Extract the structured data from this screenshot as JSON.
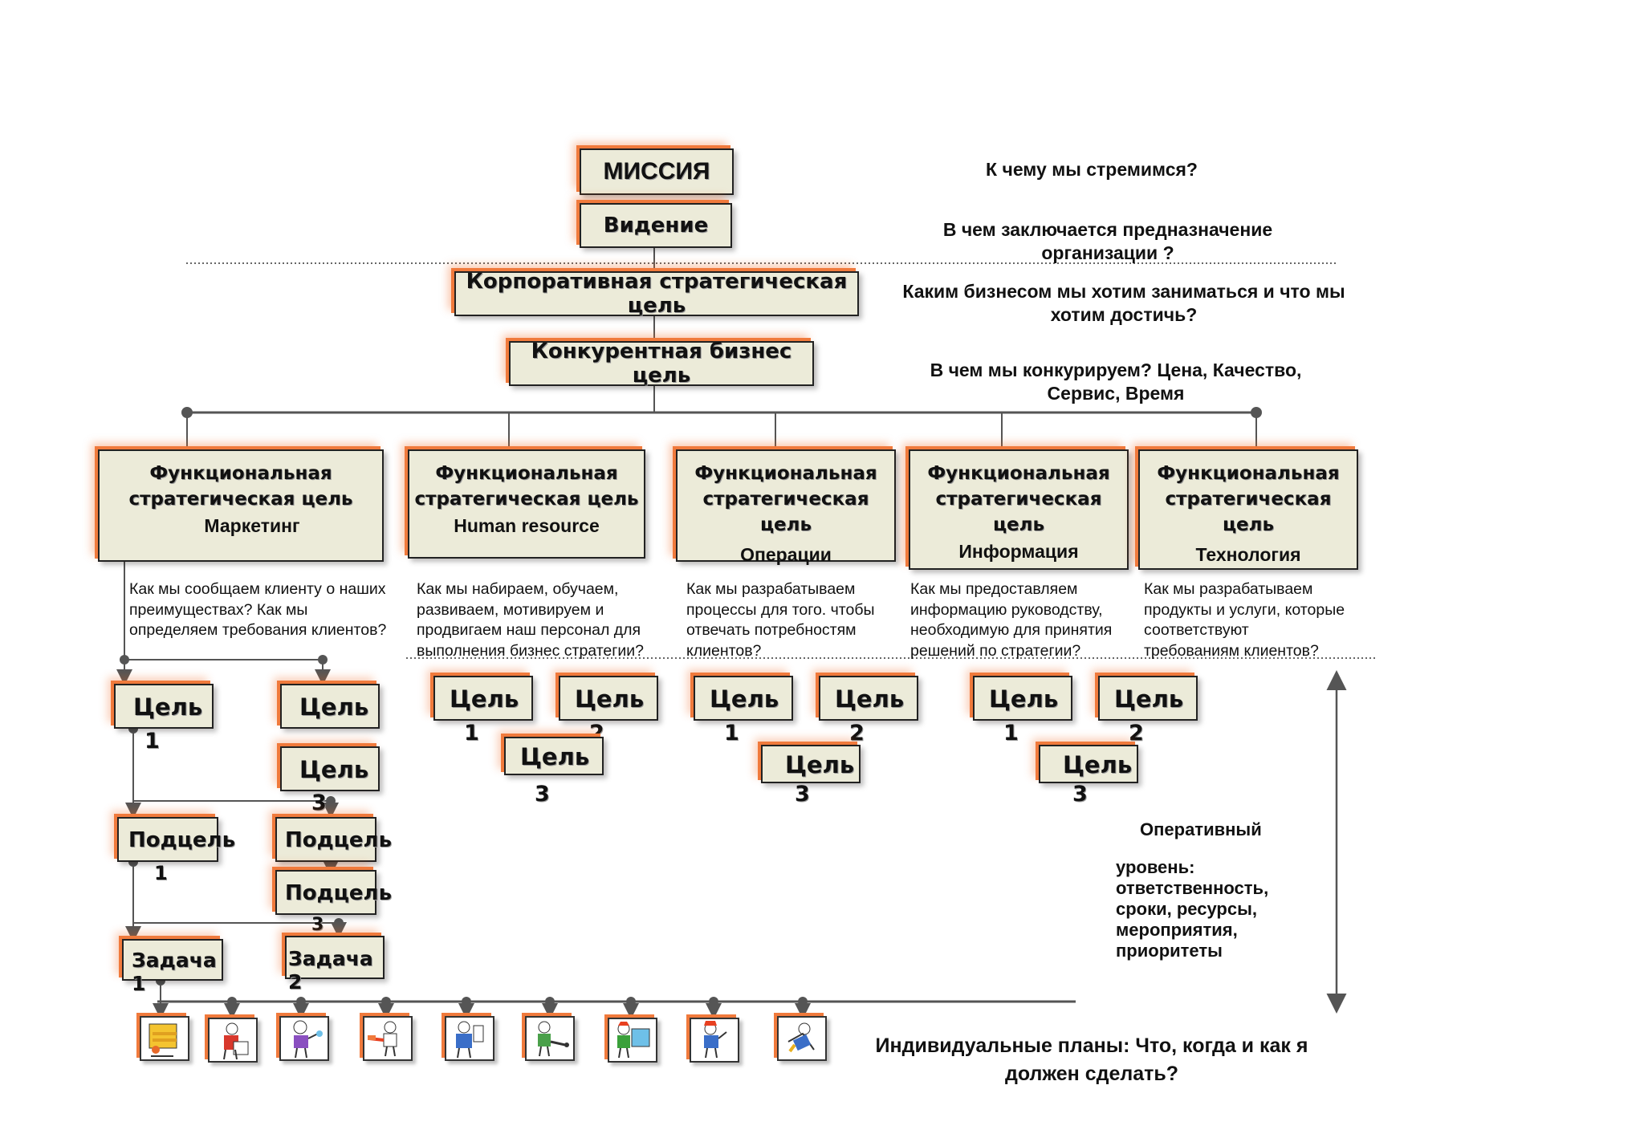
{
  "mission": "МИССИЯ",
  "vision": "Видение",
  "corporate_goal": "Корпоративная стратегическая цель",
  "competitive_goal": "Конкурентная бизнес цель",
  "questions": {
    "q1": "К чему мы стремимся?",
    "q2_line1": "В чем заключается предназначение",
    "q2_line2": "организации ?",
    "q3_line1": "Каким бизнесом мы хотим заниматься и что мы",
    "q3_line2": "хотим достичь?",
    "q4_line1": "В чем мы конкурируем? Цена, Качество,",
    "q4_line2": "Сервис, Время"
  },
  "functional": {
    "line1": "Функциональная",
    "line2": "стратегическая цель",
    "areas": [
      "Маркетинг",
      "Human resource",
      "Операции",
      "Информация",
      "Технология"
    ]
  },
  "descriptions": [
    [
      "Как мы сообщаем клиенту о наших",
      "преимуществах?  Как мы",
      "определяем  требования клиентов?"
    ],
    [
      "Как мы набираем, обучаем,",
      "развиваем, мотивируем и",
      "продвигаем наш персонал для",
      "выполнения бизнес стратегии?"
    ],
    [
      "Как мы разрабатываем",
      "процессы для того. чтобы",
      "отвечать потребностям",
      "клиентов?"
    ],
    [
      "Как мы предоставляем",
      "информацию руководству,",
      "необходимую для принятия",
      "решений по стратегии?"
    ],
    [
      "Как мы разрабатываем",
      "продукты и услуги, которые",
      "соответствуют",
      "требованиям  клиентов?"
    ]
  ],
  "goal_label": "Цель",
  "goal_numbers": [
    "1",
    "2",
    "3"
  ],
  "subgoal_label": "Подцель",
  "task1": "Задача  1",
  "task2": "Задача 2",
  "operational": {
    "title": "Оперативный",
    "lines": [
      "уровень:",
      "ответственность,",
      "сроки, ресурсы,",
      "мероприятия,",
      "приоритеты"
    ]
  },
  "individual_line1": "Индивидуальные планы: Что, когда и как я",
  "individual_line2": "должен сделать?",
  "icons": [
    "person-icon",
    "person-icon",
    "person-icon",
    "person-icon",
    "person-icon",
    "person-icon",
    "person-icon",
    "person-icon",
    "person-icon"
  ],
  "colors": {
    "box_fill": "#ecebd9",
    "accent_orange": "#f07a3c",
    "line": "#555555"
  }
}
